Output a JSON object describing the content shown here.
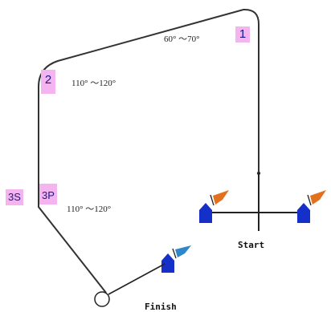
{
  "marks": {
    "mark1": "1",
    "mark2": "2",
    "mark3s": "3S",
    "mark3p": "3P"
  },
  "angles": {
    "at_mark1": "60° ～70°",
    "at_mark2": "110° ～120°",
    "at_mark3": "110° ～120°"
  },
  "lines": {
    "start": "Start",
    "finish": "Finish"
  },
  "colors": {
    "course_line": "#333333",
    "mark_fill": "#f4b4ef",
    "boat_fill": "#1530c8",
    "start_flag": "#e2701c",
    "finish_flag": "#2f86c9"
  }
}
